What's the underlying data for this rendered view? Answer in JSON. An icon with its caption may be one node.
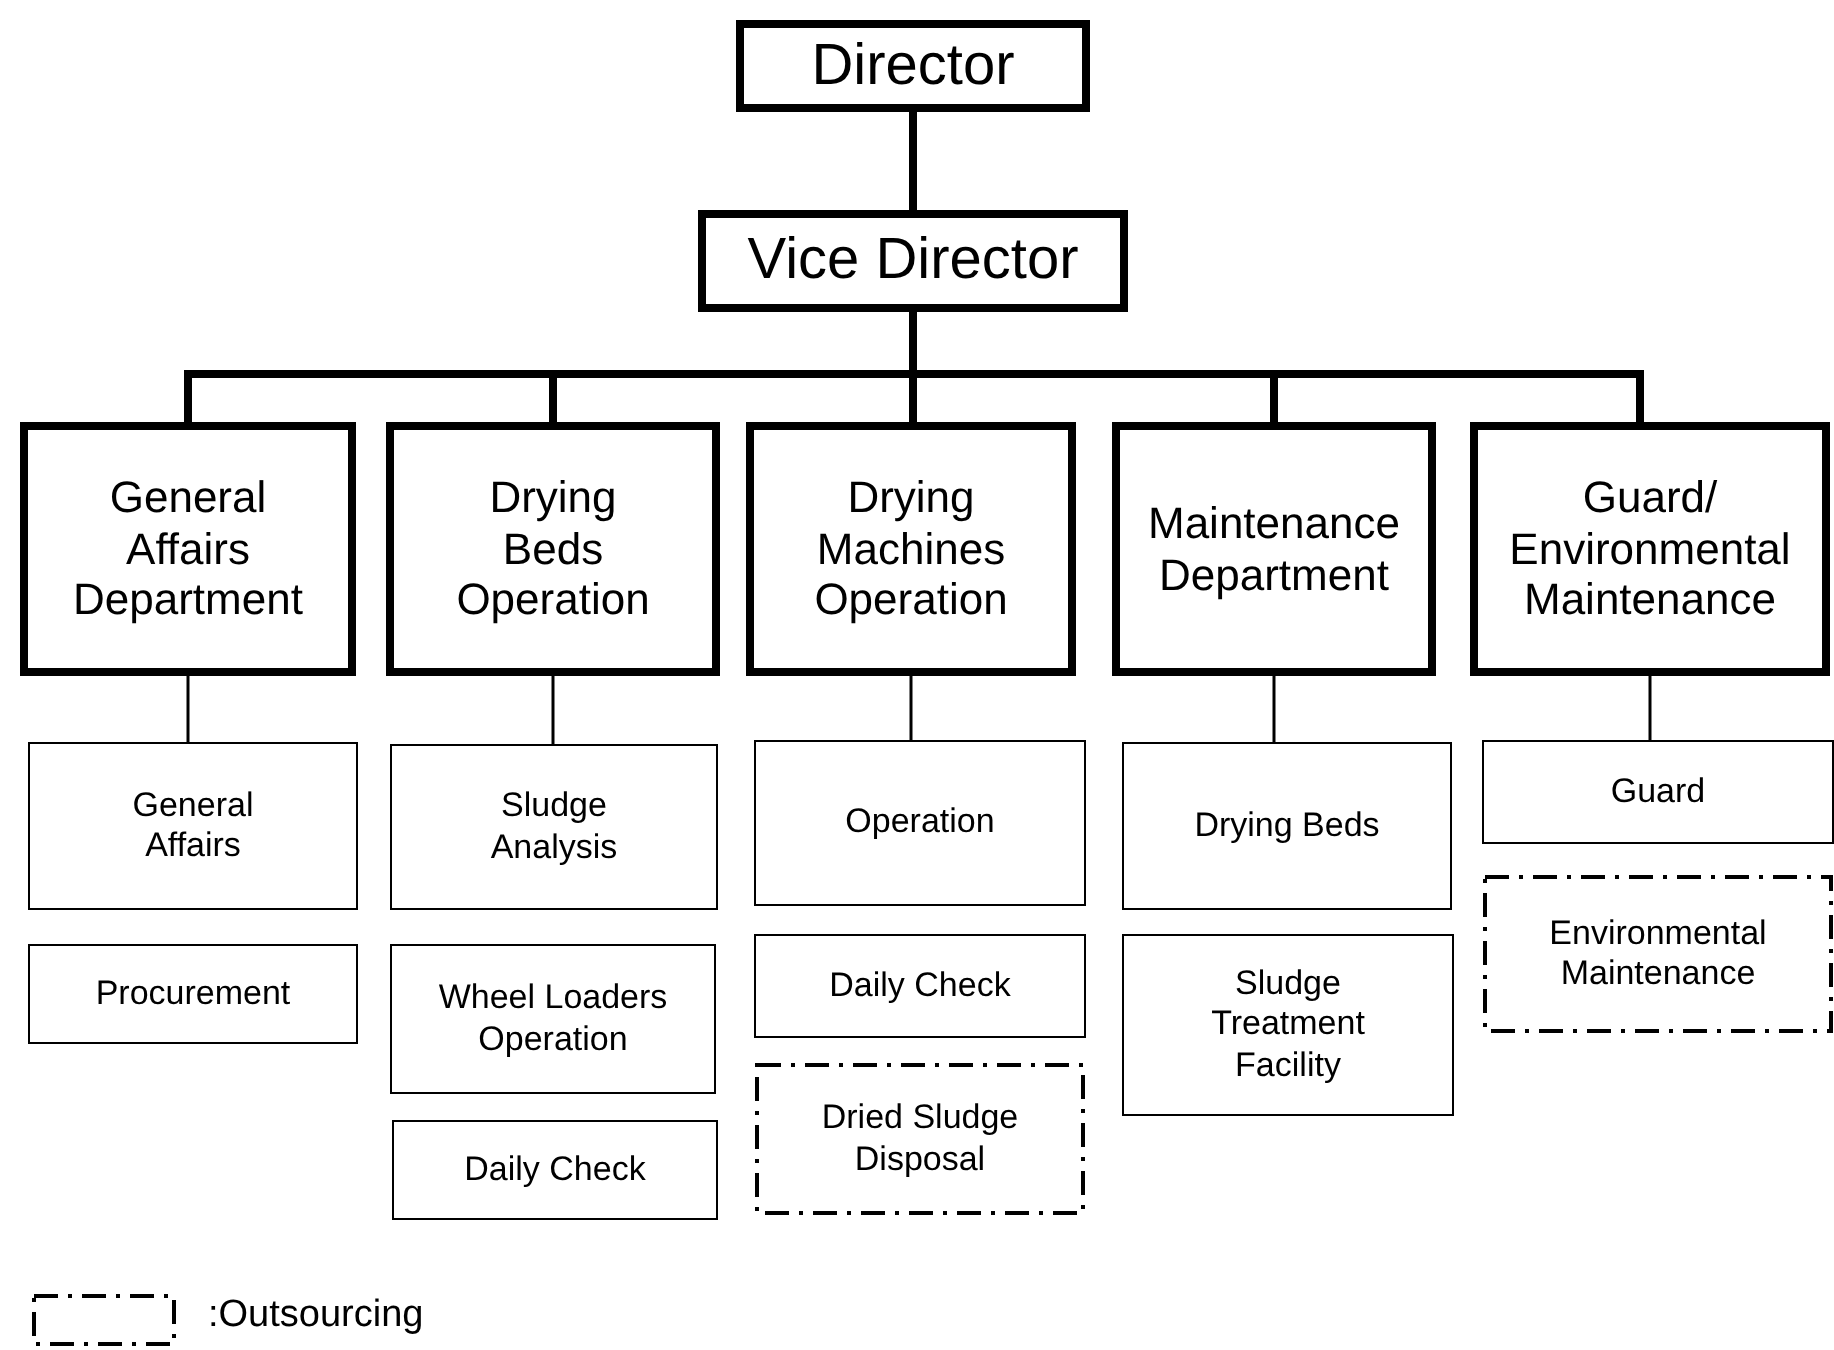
{
  "diagram": {
    "nodes": [
      {
        "text": [
          "Director"
        ]
      },
      {
        "text": [
          "Vice Director"
        ]
      },
      {
        "text": [
          "General Affairs Department"
        ]
      },
      {
        "text": [
          "Drying Beds Operation"
        ]
      },
      {
        "text": [
          "Drying Machines Operation"
        ]
      },
      {
        "text": [
          "Maintenance Department"
        ]
      },
      {
        "text": [
          "Guard/ Environmental Maintenance"
        ]
      },
      {
        "text": [
          "General Affairs"
        ]
      },
      {
        "text": [
          "Procurement"
        ]
      },
      {
        "text": [
          "Sludge Analysis"
        ]
      },
      {
        "text": [
          "Wheel Loaders Operation"
        ]
      },
      {
        "text": [
          "Daily Check"
        ]
      },
      {
        "text": [
          "Operation"
        ]
      },
      {
        "text": [
          "Daily Check"
        ]
      },
      {
        "text": [
          "Dried Sludge Disposal"
        ]
      },
      {
        "text": [
          "Drying Beds"
        ]
      },
      {
        "text": [
          "Sludge Treatment Facility"
        ]
      },
      {
        "text": [
          "Guard"
        ]
      },
      {
        "text": [
          "Environmental Maintenance"
        ]
      }
    ],
    "edges": [
      {
        "from": 0,
        "to": 1,
        "arrow": "none"
      },
      {
        "from": 1,
        "to": 2,
        "arrow": "none"
      },
      {
        "from": 1,
        "to": 3,
        "arrow": "none"
      },
      {
        "from": 1,
        "to": 4,
        "arrow": "none"
      },
      {
        "from": 1,
        "to": 5,
        "arrow": "none"
      },
      {
        "from": 1,
        "to": 6,
        "arrow": "none"
      },
      {
        "from": 2,
        "to": 7,
        "arrow": "none"
      },
      {
        "from": 3,
        "to": 9,
        "arrow": "none"
      },
      {
        "from": 4,
        "to": 12,
        "arrow": "none"
      },
      {
        "from": 5,
        "to": 15,
        "arrow": "none"
      },
      {
        "from": 6,
        "to": 17,
        "arrow": "none"
      }
    ],
    "legend": [
      {
        "text": ":Outsourcing"
      }
    ]
  }
}
